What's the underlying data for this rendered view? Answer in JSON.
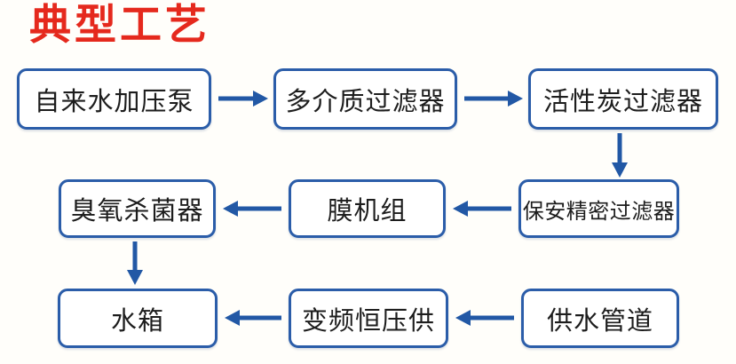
{
  "title": "典型工艺",
  "colors": {
    "title": "#e5291d",
    "box_border": "#2b5da9",
    "arrow": "#2258a5",
    "box_text": "#1d1d1d",
    "background": "#fffefa",
    "box_fill": "#ffffff"
  },
  "boxes": [
    {
      "id": "tap-water-pump",
      "label": "自来水加压泵"
    },
    {
      "id": "multimedia-filter",
      "label": "多介质过滤器"
    },
    {
      "id": "activated-carbon-filter",
      "label": "活性炭过滤器"
    },
    {
      "id": "security-precision-filter",
      "label": "保安精密过滤器"
    },
    {
      "id": "membrane-unit",
      "label": "膜机组"
    },
    {
      "id": "ozone-sterilizer",
      "label": "臭氧杀菌器"
    },
    {
      "id": "water-tank",
      "label": "水箱"
    },
    {
      "id": "vfd-constant-pressure-supply",
      "label": "变频恒压供"
    },
    {
      "id": "water-supply-pipeline",
      "label": "供水管道"
    }
  ],
  "connections": [
    {
      "from": "自来水加压泵",
      "to": "多介质过滤器",
      "direction": "right"
    },
    {
      "from": "多介质过滤器",
      "to": "活性炭过滤器",
      "direction": "right"
    },
    {
      "from": "活性炭过滤器",
      "to": "保安精密过滤器",
      "direction": "down"
    },
    {
      "from": "保安精密过滤器",
      "to": "膜机组",
      "direction": "left"
    },
    {
      "from": "膜机组",
      "to": "臭氧杀菌器",
      "direction": "left"
    },
    {
      "from": "臭氧杀菌器",
      "to": "水箱",
      "direction": "down"
    },
    {
      "from": "供水管道",
      "to": "变频恒压供",
      "direction": "left"
    },
    {
      "from": "变频恒压供",
      "to": "水箱",
      "direction": "left"
    }
  ]
}
